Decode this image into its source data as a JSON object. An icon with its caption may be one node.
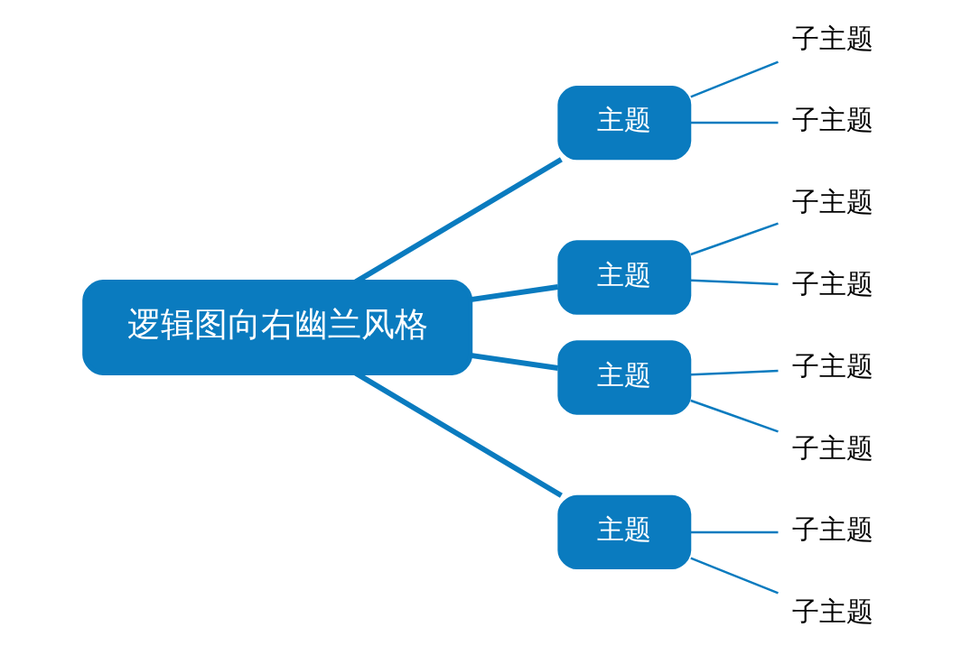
{
  "diagram": {
    "nodes": [
      {
        "text": [
          "逻辑图向右幽兰风格"
        ]
      },
      {
        "text": [
          "主题"
        ]
      },
      {
        "text": [
          "子主题"
        ]
      },
      {
        "text": [
          "子主题"
        ]
      },
      {
        "text": [
          "主题"
        ]
      },
      {
        "text": [
          "子主题"
        ]
      },
      {
        "text": [
          "子主题"
        ]
      },
      {
        "text": [
          "主题"
        ]
      },
      {
        "text": [
          "子主题"
        ]
      },
      {
        "text": [
          "子主题"
        ]
      },
      {
        "text": [
          "主题"
        ]
      },
      {
        "text": [
          "子主题"
        ]
      },
      {
        "text": [
          "子主题"
        ]
      }
    ],
    "edges": [
      {
        "from": 0,
        "to": 1,
        "arrow": "none",
        "style": "thick"
      },
      {
        "from": 1,
        "to": 2,
        "arrow": "none"
      },
      {
        "from": 1,
        "to": 3,
        "arrow": "none"
      },
      {
        "from": 0,
        "to": 4,
        "arrow": "none",
        "style": "thick"
      },
      {
        "from": 4,
        "to": 5,
        "arrow": "none"
      },
      {
        "from": 4,
        "to": 6,
        "arrow": "none"
      },
      {
        "from": 0,
        "to": 7,
        "arrow": "none",
        "style": "thick"
      },
      {
        "from": 7,
        "to": 8,
        "arrow": "none"
      },
      {
        "from": 7,
        "to": 9,
        "arrow": "none"
      },
      {
        "from": 0,
        "to": 10,
        "arrow": "none",
        "style": "thick"
      },
      {
        "from": 10,
        "to": 11,
        "arrow": "none"
      },
      {
        "from": 10,
        "to": 12,
        "arrow": "none"
      }
    ]
  }
}
